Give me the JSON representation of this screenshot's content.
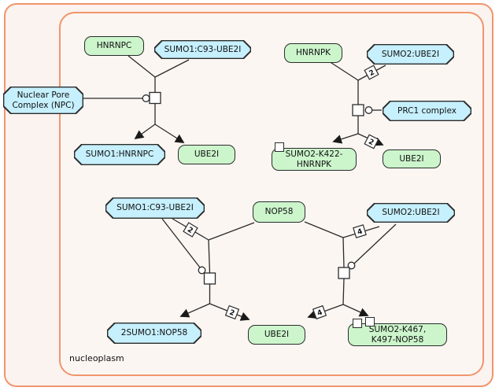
{
  "diagram": {
    "compartment_label": "nucleoplasm"
  },
  "nodes": [
    {
      "label": "HNRNPC",
      "type": "protein"
    },
    {
      "label": "SUMO1:C93-UBE2I",
      "type": "complex"
    },
    {
      "lines": [
        "Nuclear Pore",
        "Complex (NPC)"
      ],
      "type": "complex"
    },
    {
      "label": "SUMO1:HNRNPC",
      "type": "complex"
    },
    {
      "label": "UBE2I",
      "type": "protein"
    },
    {
      "label": "HNRNPK",
      "type": "protein"
    },
    {
      "label": "SUMO2:UBE2I",
      "type": "complex"
    },
    {
      "label": "PRC1 complex",
      "type": "complex"
    },
    {
      "lines": [
        "SUMO2-K422-",
        "HNRNPK"
      ],
      "type": "protein"
    },
    {
      "label": "UBE2I",
      "type": "protein"
    },
    {
      "label": "SUMO1:C93-UBE2I",
      "type": "complex"
    },
    {
      "label": "NOP58",
      "type": "protein"
    },
    {
      "label": "SUMO2:UBE2I",
      "type": "complex"
    },
    {
      "label": "2SUMO1:NOP58",
      "type": "complex"
    },
    {
      "label": "UBE2I",
      "type": "protein"
    },
    {
      "lines": [
        "SUMO2-K467,",
        "K497-NOP58"
      ],
      "type": "protein"
    }
  ],
  "stoichiometry": {
    "r2_in": "2",
    "r2_out": "2",
    "r3_in": "2",
    "r3_out": "2",
    "r4_in": "4",
    "r4_out": "4"
  },
  "colors": {
    "protein_fill": "#ccf5cc",
    "complex_fill": "#c6f0fd",
    "compartment_border": "#f0956c",
    "edge": "#2b2b2b"
  }
}
